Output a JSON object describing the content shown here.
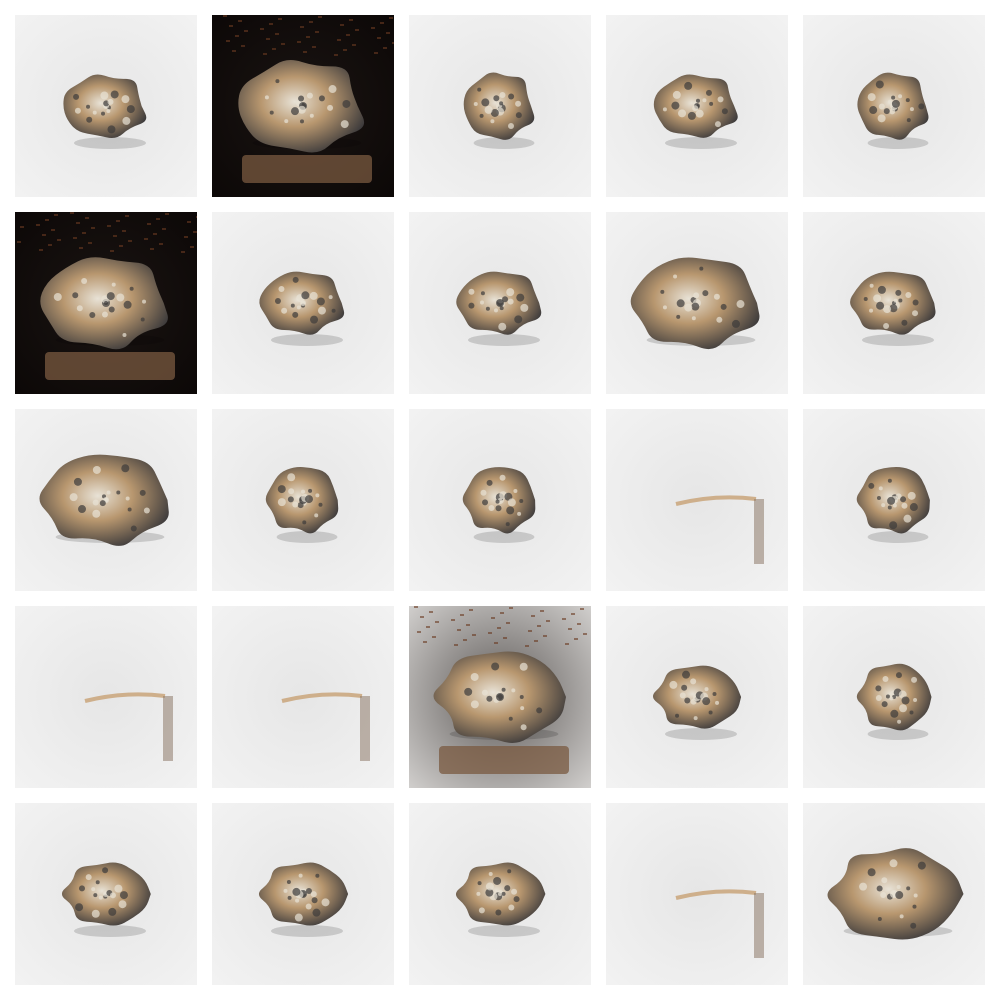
{
  "grid": {
    "rows": 5,
    "cols": 5,
    "background": "#ffffff",
    "tiles": [
      {
        "bg": "light",
        "variant": "rock"
      },
      {
        "bg": "dark",
        "variant": "rock-large"
      },
      {
        "bg": "light",
        "variant": "rock-small"
      },
      {
        "bg": "light",
        "variant": "rock"
      },
      {
        "bg": "light",
        "variant": "rock-small"
      },
      {
        "bg": "dark",
        "variant": "rock-large"
      },
      {
        "bg": "light",
        "variant": "rock"
      },
      {
        "bg": "light",
        "variant": "rock"
      },
      {
        "bg": "light",
        "variant": "rock-large"
      },
      {
        "bg": "light",
        "variant": "rock"
      },
      {
        "bg": "light",
        "variant": "rock-large"
      },
      {
        "bg": "light",
        "variant": "rock-small"
      },
      {
        "bg": "light",
        "variant": "rock-small"
      },
      {
        "bg": "light",
        "variant": "streak"
      },
      {
        "bg": "light",
        "variant": "rock-small"
      },
      {
        "bg": "light",
        "variant": "streak"
      },
      {
        "bg": "light",
        "variant": "streak"
      },
      {
        "bg": "dark-fade",
        "variant": "rock-large"
      },
      {
        "bg": "light",
        "variant": "rock"
      },
      {
        "bg": "light",
        "variant": "rock-small"
      },
      {
        "bg": "light",
        "variant": "rock"
      },
      {
        "bg": "light",
        "variant": "rock"
      },
      {
        "bg": "light",
        "variant": "rock"
      },
      {
        "bg": "light",
        "variant": "streak"
      },
      {
        "bg": "light",
        "variant": "rock-large"
      }
    ]
  },
  "colors": {
    "light_bg": "#e6e6e6",
    "light_bg_edge": "#f3f3f3",
    "dark_bg": "#0b0706",
    "dark_bg_accent": "#6b3a22",
    "rock_tan": "#b8976f",
    "rock_dark": "#3c3a3b",
    "rock_highlight": "#e8e2d6",
    "streak": "#c9a57a"
  }
}
